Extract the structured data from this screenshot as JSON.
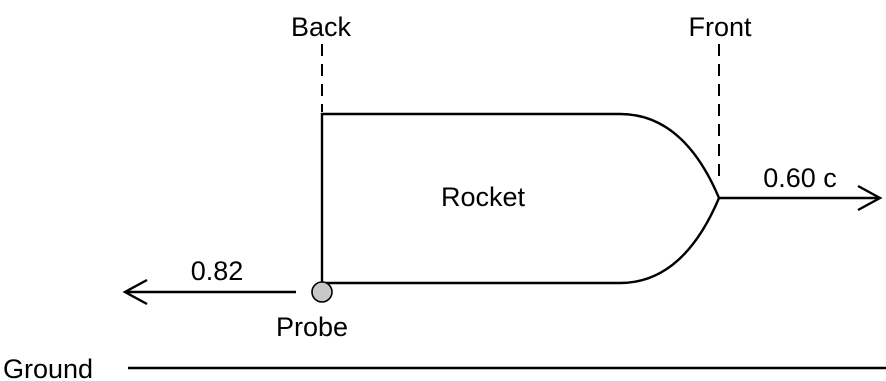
{
  "labels": {
    "back": "Back",
    "front": "Front",
    "rocket": "Rocket",
    "rocket_speed": "0.60 c",
    "probe_speed": "0.82",
    "probe": "Probe",
    "ground": "Ground"
  },
  "colors": {
    "stroke": "#000000",
    "probe_fill": "#c8c8c8",
    "background": "#ffffff"
  }
}
